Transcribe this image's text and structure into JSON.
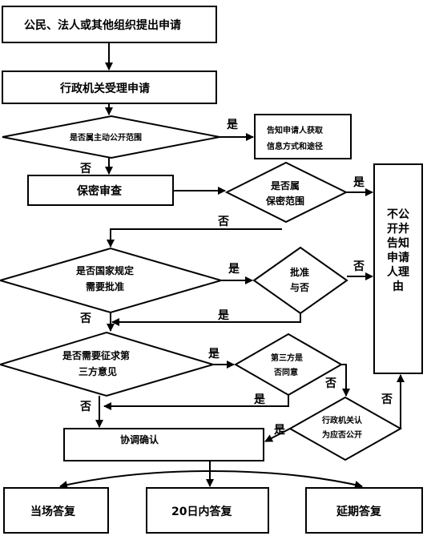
{
  "nodes": {
    "apply": "公民、法人或其他组织提出申请",
    "accept": "行政机关受理申请",
    "public_scope": "是否属主动公开范围",
    "notify_method_1": "告知申请人获取",
    "notify_method_2": "信息方式和途径",
    "secrecy_review": "保密审查",
    "secret_scope_1": "是否属",
    "secret_scope_2": "保密范围",
    "not_public_1": "不公",
    "not_public_2": "开并",
    "not_public_3": "告知",
    "not_public_4": "申请",
    "not_public_5": "人理",
    "not_public_6": "由",
    "need_approval_1": "是否国家规定",
    "need_approval_2": "需要批准",
    "approve_1": "批准",
    "approve_2": "与否",
    "third_party_1": "是否需要征求第",
    "third_party_2": "三方意见",
    "third_agree_1": "第三方是",
    "third_agree_2": "否同意",
    "agency_decide_1": "行政机关认",
    "agency_decide_2": "为应否公开",
    "coordinate": "协调确认",
    "reply_now": "当场答复",
    "reply_20": "20日内答复",
    "reply_delay": "延期答复"
  },
  "labels": {
    "yes": "是",
    "no": "否"
  }
}
